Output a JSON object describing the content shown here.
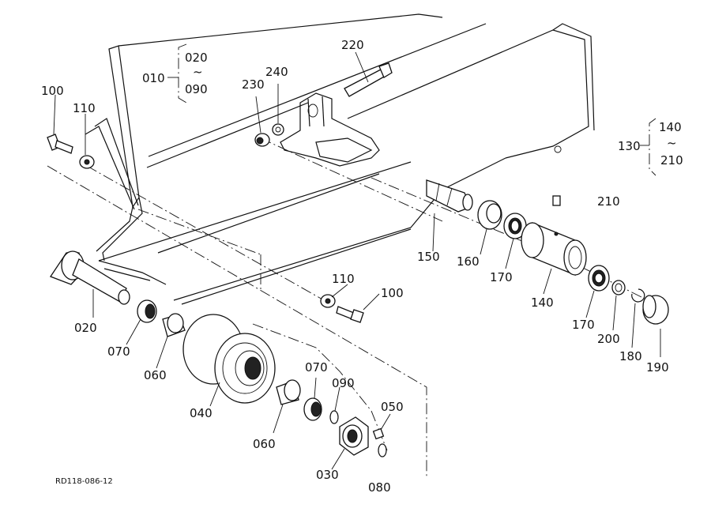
{
  "drawing_code": "RD118-086-12",
  "callouts": {
    "c010": "010",
    "c020_range_top": "020",
    "c020_range_sep": "~",
    "c090_range_bottom": "090",
    "c220": "220",
    "c230": "230",
    "c240": "240",
    "c100_top": "100",
    "c110_top": "110",
    "c130": "130",
    "c140_range_top": "140",
    "c140_range_sep": "~",
    "c210_range_bottom": "210",
    "c210": "210",
    "c150": "150",
    "c160": "160",
    "c170_a": "170",
    "c140": "140",
    "c110_mid": "110",
    "c100_mid": "100",
    "c020": "020",
    "c070_a": "070",
    "c060_a": "060",
    "c040": "040",
    "c070_b": "070",
    "c090": "090",
    "c050": "050",
    "c060_b": "060",
    "c030": "030",
    "c080": "080",
    "c170_b": "170",
    "c200": "200",
    "c180": "180",
    "c190": "190"
  }
}
